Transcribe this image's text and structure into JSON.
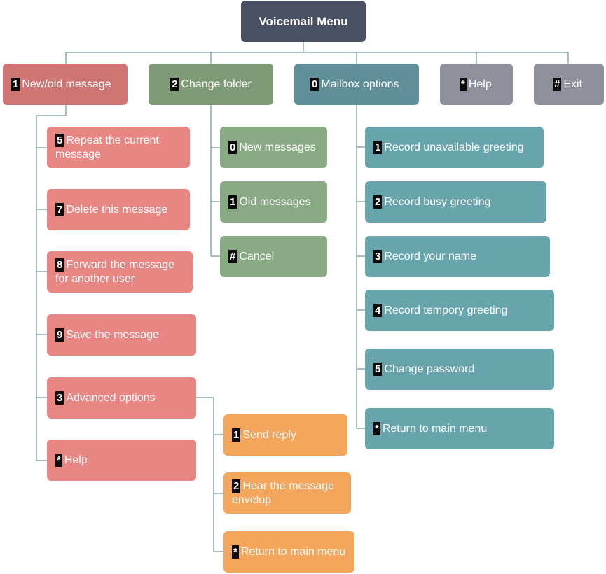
{
  "title": "Voicemail Menu",
  "top": [
    {
      "key": "1",
      "label": "New/old message"
    },
    {
      "key": "2",
      "label": "Change folder"
    },
    {
      "key": "0",
      "label": "Mailbox options"
    },
    {
      "key": "*",
      "label": "Help"
    },
    {
      "key": "#",
      "label": "Exit"
    }
  ],
  "new_old": [
    {
      "key": "5",
      "label": "Repeat the current message"
    },
    {
      "key": "7",
      "label": "Delete this message"
    },
    {
      "key": "8",
      "label": "Forward the message for another user"
    },
    {
      "key": "9",
      "label": "Save the message"
    },
    {
      "key": "3",
      "label": "Advanced options"
    },
    {
      "key": "*",
      "label": "Help"
    }
  ],
  "advanced": [
    {
      "key": "1",
      "label": "Send reply"
    },
    {
      "key": "2",
      "label": "Hear the message envelop"
    },
    {
      "key": "*",
      "label": "Return to main menu"
    }
  ],
  "folder": [
    {
      "key": "0",
      "label": "New messages"
    },
    {
      "key": "1",
      "label": "Old messages"
    },
    {
      "key": "#",
      "label": "Cancel"
    }
  ],
  "mailbox": [
    {
      "key": "1",
      "label": "Record unavailable greeting"
    },
    {
      "key": "2",
      "label": "Record busy greeting"
    },
    {
      "key": "3",
      "label": "Record your name"
    },
    {
      "key": "4",
      "label": "Record tempory greeting"
    },
    {
      "key": "5",
      "label": "Change password"
    },
    {
      "key": "*",
      "label": "Return to main menu"
    }
  ],
  "colors": {
    "root": "#4a5063",
    "new_old_top": "#cf7675",
    "new_old_items": "#e88683",
    "folder_top": "#7f9a76",
    "folder_items": "#8aaa85",
    "mailbox_top": "#5f9099",
    "mailbox_items": "#67a4ab",
    "help_exit": "#8e919c",
    "advanced_items": "#f3a65c",
    "connector": "#4f7e86"
  }
}
